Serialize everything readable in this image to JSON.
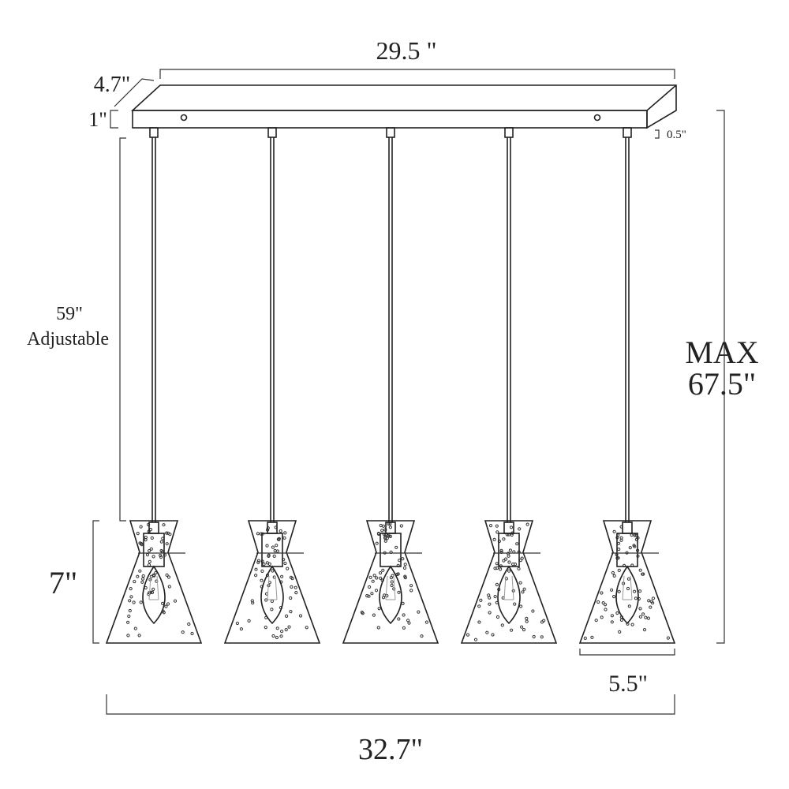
{
  "dimensions": {
    "canopy_length": "29.5 \"",
    "canopy_depth": "4.7\"",
    "canopy_height": "1\"",
    "canopy_offset": "0.5\"",
    "cord_length": "59\"",
    "cord_note": "Adjustable",
    "shade_height": "7\"",
    "max_label": "MAX",
    "max_height": "67.5\"",
    "shade_width": "5.5\"",
    "overall_width": "32.7\""
  },
  "pendant_count": 5,
  "colors": {
    "line": "#222222",
    "background": "#ffffff"
  }
}
